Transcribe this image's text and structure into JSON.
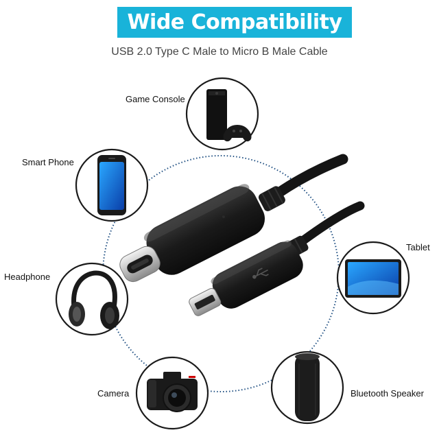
{
  "title": "Wide Compatibility",
  "subtitle": "USB 2.0 Type C Male to Micro B Male Cable",
  "devices": [
    {
      "label": "Game Console",
      "icon": "game-console-icon"
    },
    {
      "label": "Smart Phone",
      "icon": "smart-phone-icon"
    },
    {
      "label": "Headphone",
      "icon": "headphone-icon"
    },
    {
      "label": "Camera",
      "icon": "camera-icon"
    },
    {
      "label": "Tablet",
      "icon": "tablet-icon"
    },
    {
      "label": "Bluetooth Speaker",
      "icon": "bluetooth-speaker-icon"
    }
  ],
  "colors": {
    "banner": "#19b3d9",
    "ring": "#1f4f82",
    "cable": "#151515"
  }
}
